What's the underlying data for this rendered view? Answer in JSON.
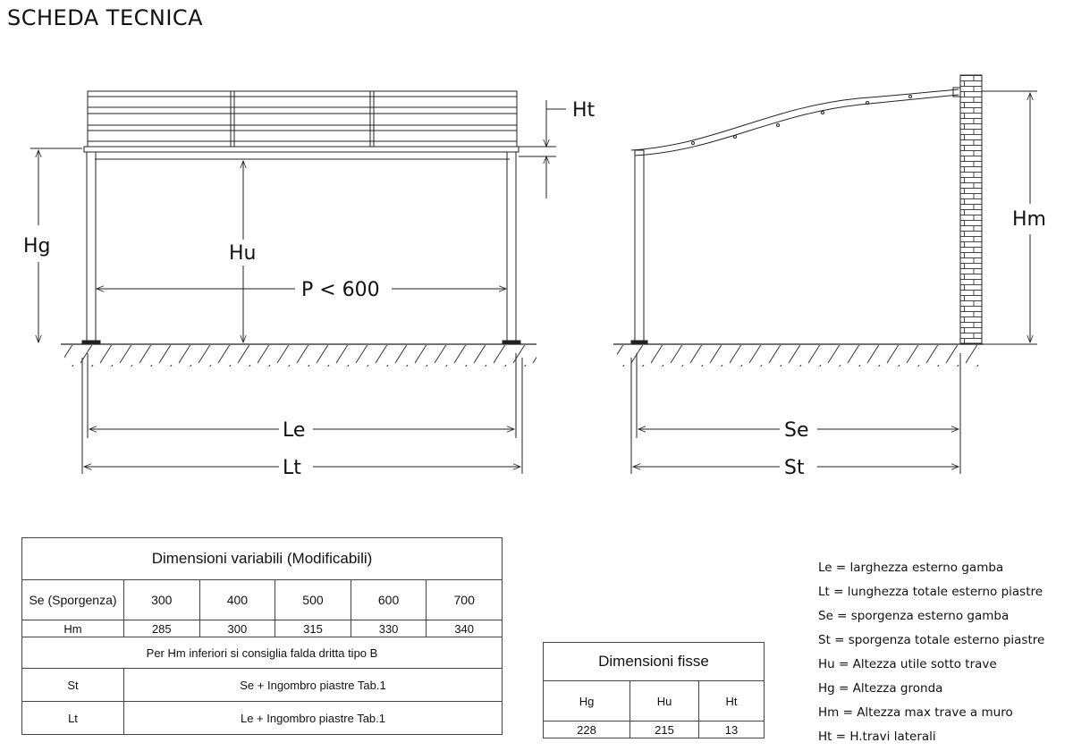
{
  "title": "SCHEDA TECNICA",
  "labels": {
    "ht": "Ht",
    "hg": "Hg",
    "hu": "Hu",
    "p": "P < 600",
    "le": "Le",
    "lt": "Lt",
    "hm": "Hm",
    "se": "Se",
    "st": "St"
  },
  "variable_table": {
    "title": "Dimensioni variabili (Modificabili)",
    "se_label": "Se (Sporgenza)",
    "se_values": [
      "300",
      "400",
      "500",
      "600",
      "700"
    ],
    "hm_label": "Hm",
    "hm_values": [
      "285",
      "300",
      "315",
      "330",
      "340"
    ],
    "note": "Per Hm inferiori si consiglia falda dritta tipo B",
    "st_label": "St",
    "st_value": "Se + Ingombro piastre Tab.1",
    "lt_label": "Lt",
    "lt_value": "Le + Ingombro piastre Tab.1"
  },
  "fixed_table": {
    "title": "Dimensioni fisse",
    "headers": [
      "Hg",
      "Hu",
      "Ht"
    ],
    "values": [
      "228",
      "215",
      "13"
    ]
  },
  "legend": [
    "Le = larghezza esterno gamba",
    "Lt = lunghezza totale esterno piastre",
    "Se = sporgenza esterno gamba",
    "St = sporgenza totale esterno piastre",
    "Hu = Altezza utile sotto trave",
    "Hg = Altezza gronda",
    "Hm = Altezza max trave a muro",
    "Ht = H.travi laterali"
  ]
}
